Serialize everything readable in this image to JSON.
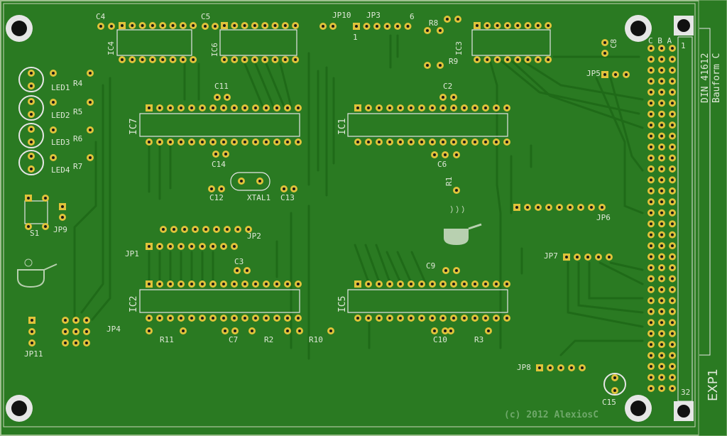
{
  "board": {
    "colors": {
      "copper": "#2a7a22",
      "trace": "#1f6a18",
      "pad": "#e0c23a",
      "silk": "#e6e6e6"
    },
    "labels": {
      "ic1": "IC1",
      "ic2": "IC2",
      "ic3": "IC3",
      "ic4": "IC4",
      "ic5": "IC5",
      "ic6": "IC6",
      "ic7": "IC7",
      "c1": "C4",
      "c2": "C5",
      "c3": "C11",
      "c4": "C2",
      "c5": "C14",
      "c6": "C6",
      "c7": "C12",
      "c8": "C13",
      "c9": "C3",
      "c10": "C9",
      "c11": "C7",
      "c12": "C10",
      "c13": "C15",
      "c14": "C8",
      "r1": "R4",
      "r2": "R5",
      "r3": "R6",
      "r4": "R7",
      "r5": "R11",
      "r6": "R2",
      "r7": "R10",
      "r8": "R3",
      "r9": "R8",
      "r10": "R9",
      "r11": "R1",
      "led1": "LED1",
      "led2": "LED2",
      "led3": "LED3",
      "led4": "LED4",
      "jp1": "JP1",
      "jp2": "JP2",
      "jp3": "JP3",
      "jp4": "JP4",
      "jp5": "JP5",
      "jp6": "JP6",
      "jp7": "JP7",
      "jp8": "JP8",
      "jp9": "JP9",
      "jp10": "JP10",
      "jp11": "JP11",
      "s1": "S1",
      "xtal": "XTAL1",
      "jp3_pin1": "1",
      "jp3_pin6": "6",
      "conn_rows": "C B A",
      "conn_pin1": "1",
      "conn_pin32": "32",
      "din": "DIN 41612",
      "bauform": "Bauform C",
      "exp": "EXP1",
      "copyright": "(c) 2012 AlexiosC"
    }
  }
}
